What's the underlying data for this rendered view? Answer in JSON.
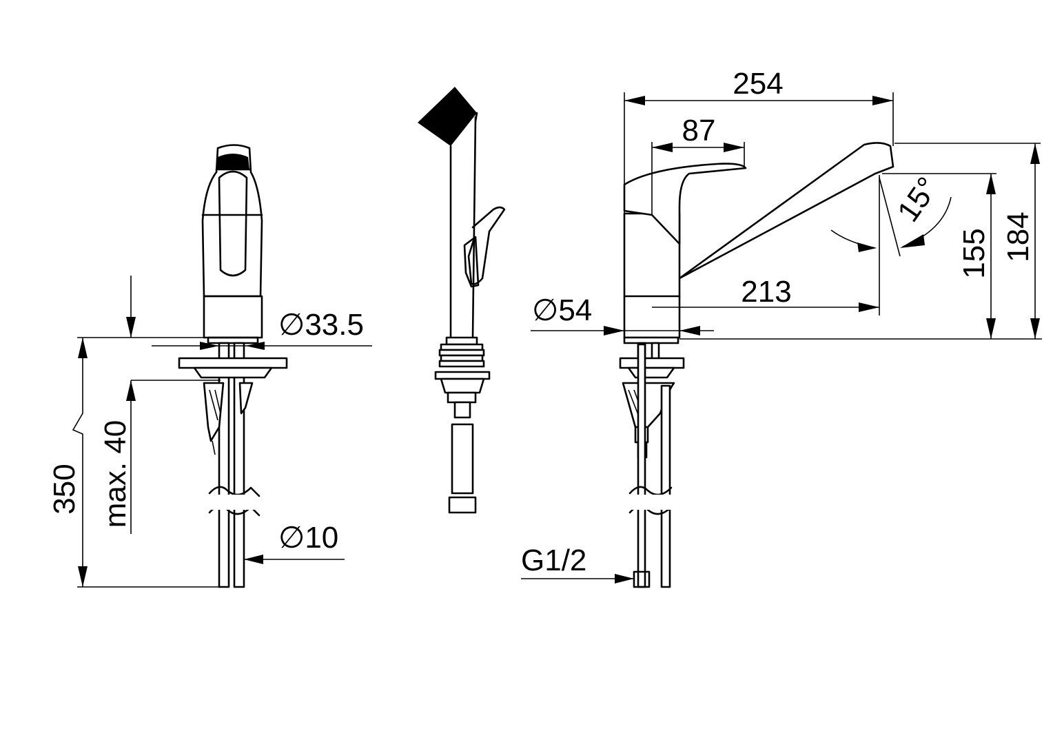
{
  "labels": {
    "dia_body": "∅33.5",
    "dia_pipe": "∅10",
    "length_350": "350",
    "max_40": "max. 40",
    "dia_base": "∅54",
    "thread": "G1/2",
    "width_254": "254",
    "width_87": "87",
    "reach_213": "213",
    "height_155": "155",
    "height_184": "184",
    "angle_15": "15°"
  },
  "colors": {
    "line": "#000000",
    "background": "#ffffff"
  }
}
